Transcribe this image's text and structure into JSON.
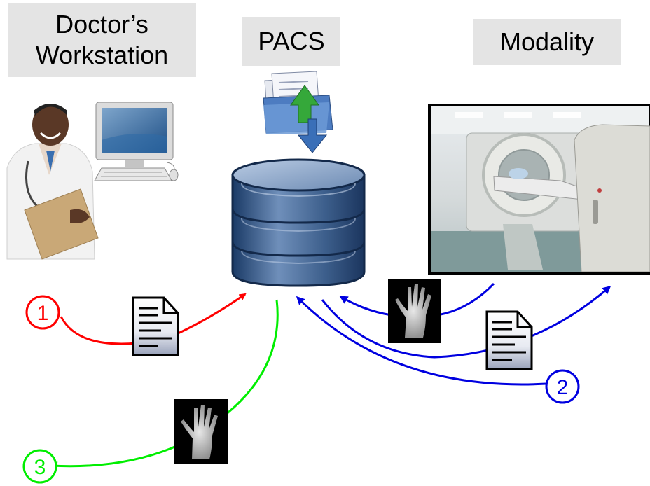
{
  "labels": {
    "doctor": [
      "Doctor’s",
      "Workstation"
    ],
    "pacs": "PACS",
    "modality": "Modality"
  },
  "steps": [
    {
      "number": "1",
      "color": "#ff0000"
    },
    {
      "number": "2",
      "color": "#0000e0"
    },
    {
      "number": "3",
      "color": "#00ee00"
    }
  ],
  "icons": {
    "doctor": "doctor-photo",
    "computer": "computer-icon",
    "pacs_folder": "folder-transfer-icon",
    "database": "database-icon",
    "modality": "ct-scanner-photo",
    "document": "document-icon",
    "xray": "hand-xray-icon"
  }
}
